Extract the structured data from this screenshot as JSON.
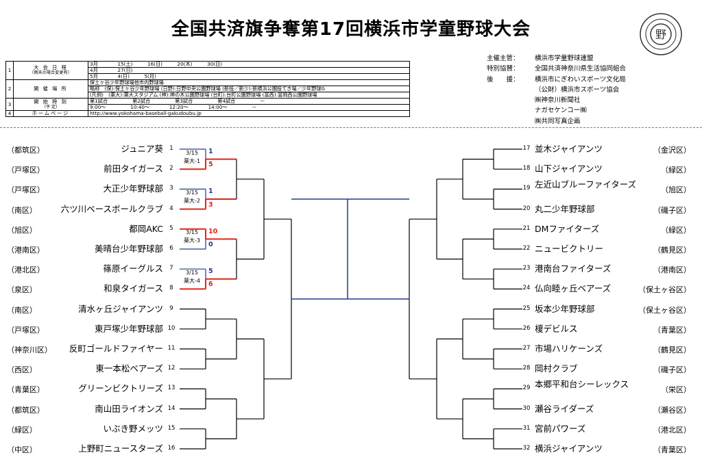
{
  "title": "全国共済旗争奪第17回横浜市学童野球大会",
  "emblem": {
    "glyph": "野",
    "icon": "association-seal"
  },
  "info_table": {
    "rows": [
      {
        "num": "1",
        "label": "大 会 日 程",
        "sub": "（雨天の場合変更有）",
        "lines": [
          "3月　　　　15(土)　　　16(日)　　　20(木)　　　30(日)",
          "4月　　　　27(日)",
          "5月　　　　4(日)　　　5(月)"
        ]
      },
      {
        "num": "2",
        "label": "開 催 場 所",
        "sub": "",
        "lines": [
          "保土ヶ谷少年野球場他市内野球場",
          "略称　(保):保土ヶ谷少年野球場 (日野):日野中央公園野球場 (新投／新少):新横浜公園投てき場／少年野球G",
          "(凡例)　(薬大):薬大スタジアム (神):神の木公園野球場 (台町):台町公園野球場 (富西):富岡西公園野球場"
        ]
      },
      {
        "num": "3",
        "label": "開 始 時 刻",
        "sub": "（予 定）",
        "lines": [
          "第1試合　　　　　第2試合　　　　　第3試合　　　　　第4試合　　　　　－",
          "9:00～　　　　　10:40～　　　　12:20～　　　　14:00～　　　　　－"
        ]
      },
      {
        "num": "4",
        "label": "ホームページ",
        "sub": "",
        "lines": [
          "http://www.yokohama-baseball-gakudoubu.jp"
        ]
      }
    ]
  },
  "sponsors": [
    {
      "role": "主催主管：",
      "name": "横浜市学童野球連盟"
    },
    {
      "role": "特別協賛：",
      "name": "全国共済神奈川県生活協同組合"
    },
    {
      "role": "後　　援：",
      "name": "横浜市にぎわいスポーツ文化局"
    },
    {
      "role": "",
      "name": "（公財）横浜市スポーツ協会"
    },
    {
      "role": "",
      "name": "㈱神奈川新聞社"
    },
    {
      "role": "",
      "name": "ナガセケンコー㈱"
    },
    {
      "role": "",
      "name": "㈱共同写真企画"
    }
  ],
  "left_teams": [
    {
      "num": "1",
      "name": "ジュニア葵",
      "district": "（都筑区）"
    },
    {
      "num": "2",
      "name": "前田タイガース",
      "district": "（戸塚区）"
    },
    {
      "num": "3",
      "name": "大正少年野球部",
      "district": "（戸塚区）"
    },
    {
      "num": "4",
      "name": "六ツ川ベースボールクラブ",
      "district": "（南区）"
    },
    {
      "num": "5",
      "name": "都岡AKC",
      "district": "（旭区）"
    },
    {
      "num": "6",
      "name": "美晴台少年野球部",
      "district": "（港南区）"
    },
    {
      "num": "7",
      "name": "篠原イーグルス",
      "district": "（港北区）"
    },
    {
      "num": "8",
      "name": "和泉タイガース",
      "district": "（泉区）"
    },
    {
      "num": "9",
      "name": "清水ヶ丘ジャイアンツ",
      "district": "（南区）"
    },
    {
      "num": "10",
      "name": "東戸塚少年野球部",
      "district": "（戸塚区）"
    },
    {
      "num": "11",
      "name": "反町ゴールドファイヤー",
      "district": "（神奈川区）"
    },
    {
      "num": "12",
      "name": "東一本松ベアーズ",
      "district": "（西区）"
    },
    {
      "num": "13",
      "name": "グリーンビクトリーズ",
      "district": "（青葉区）"
    },
    {
      "num": "14",
      "name": "南山田ライオンズ",
      "district": "（都筑区）"
    },
    {
      "num": "15",
      "name": "いぶき野メッツ",
      "district": "（緑区）"
    },
    {
      "num": "16",
      "name": "上野町ニュースターズ",
      "district": "（中区）"
    }
  ],
  "right_teams": [
    {
      "num": "17",
      "name": "並木ジャイアンツ",
      "district": "（金沢区）"
    },
    {
      "num": "18",
      "name": "山下ジャイアンツ",
      "district": "（緑区）"
    },
    {
      "num": "19",
      "name": "左近山ブルーファイターズ",
      "district": "（旭区）"
    },
    {
      "num": "20",
      "name": "丸二少年野球部",
      "district": "（磯子区）"
    },
    {
      "num": "21",
      "name": "DMファイターズ",
      "district": "（緑区）"
    },
    {
      "num": "22",
      "name": "ニュービクトリー",
      "district": "（鶴見区）"
    },
    {
      "num": "23",
      "name": "港南台ファイターズ",
      "district": "（港南区）"
    },
    {
      "num": "24",
      "name": "仏向睦ヶ丘ベアーズ",
      "district": "（保土ヶ谷区）"
    },
    {
      "num": "25",
      "name": "坂本少年野球部",
      "district": "（保土ヶ谷区）"
    },
    {
      "num": "26",
      "name": "榎デビルス",
      "district": "（青葉区）"
    },
    {
      "num": "27",
      "name": "市場ハリケーンズ",
      "district": "（鶴見区）"
    },
    {
      "num": "28",
      "name": "岡村クラブ",
      "district": "（磯子区）"
    },
    {
      "num": "29",
      "name": "本郷平和台シーレックス",
      "district": "（栄区）"
    },
    {
      "num": "30",
      "name": "瀬谷ライダーズ",
      "district": "（瀬谷区）"
    },
    {
      "num": "31",
      "name": "宮前パワーズ",
      "district": "（港北区）"
    },
    {
      "num": "32",
      "name": "横浜ジャイアンツ",
      "district": "（青葉区）"
    }
  ],
  "results": [
    {
      "date": "3/15",
      "venue": "薬大-1",
      "score_top": "1",
      "score_bottom": "5",
      "winner": "bottom"
    },
    {
      "date": "3/15",
      "venue": "薬大-2",
      "score_top": "1",
      "score_bottom": "3",
      "winner": "bottom"
    },
    {
      "date": "3/15",
      "venue": "薬大-3",
      "score_top": "10",
      "score_bottom": "0",
      "winner": "top"
    },
    {
      "date": "3/15",
      "venue": "薬大-4",
      "score_top": "5",
      "score_bottom": "6",
      "winner": "bottom"
    }
  ],
  "colors": {
    "winner": "#e2231a",
    "loser": "#1f3a93",
    "final": "#1f3a93",
    "line": "#000000"
  }
}
